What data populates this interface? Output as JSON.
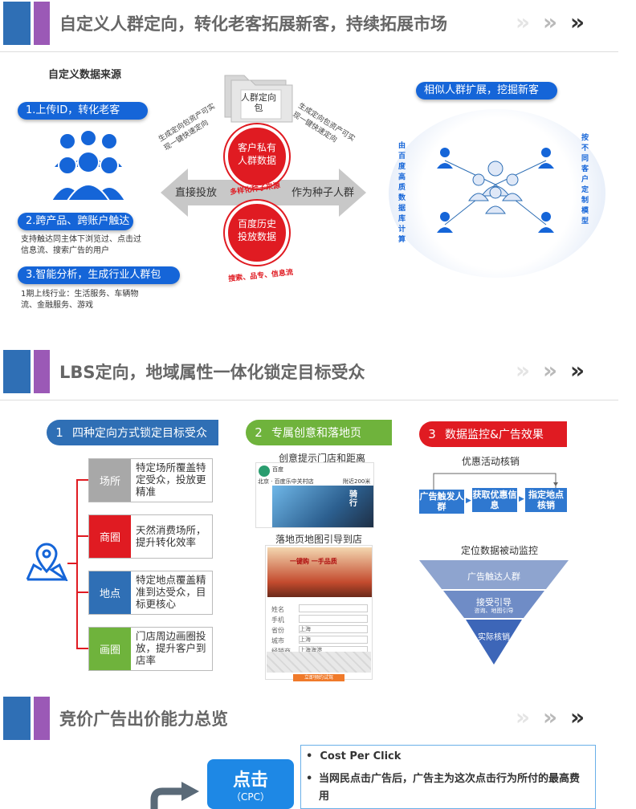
{
  "sections": [
    {
      "title": "自定义人群定向，转化老客拓展新客，持续拓展市场"
    },
    {
      "title": "LBS定向，地域属性一体化锁定目标受众"
    },
    {
      "title": "竞价广告出价能力总览"
    }
  ],
  "chevrons": "»",
  "s1": {
    "source_title": "自定义数据来源",
    "item1_label": "1.上传ID，转化老客",
    "item2_label": "2.跨产品、跨账户触达",
    "item2_desc": "支持触达同主体下浏览过、点击过信息流、搜索广告的用户",
    "item3_label": "3.智能分析，生成行业人群包",
    "item3_desc": "1期上线行业：生活服务、车辆物流、金融服务、游戏",
    "folder_label": "人群定向包",
    "left_curve": "生成定向包资产可实现一键快速定向",
    "right_curve": "生成定向包资产可实现一键快速定向",
    "circle_top": "客户私有人群数据",
    "circle_bottom": "百度历史投放数据",
    "seed_text": "多样化种子来源",
    "bottom_arc": "搜索、品专、信息流",
    "arrow_left": "直接投放",
    "arrow_right": "作为种子人群",
    "similar_pill": "相似人群扩展，挖掘新客",
    "left_arc": "由百度高质数据库计算",
    "right_arc": "按不同客户定制模型"
  },
  "s2": {
    "step1": {
      "num": "1",
      "label": "四种定向方式锁定目标受众"
    },
    "step2": {
      "num": "2",
      "label": "专属创意和落地页"
    },
    "step3": {
      "num": "3",
      "label": "数据监控&广告效果"
    },
    "cards": [
      {
        "label": "场所",
        "text": "特定场所覆盖特定受众，投放更精准",
        "color": "#a8a8a8"
      },
      {
        "label": "商圈",
        "text": "天然消费场所，提升转化效率",
        "color": "#e01b22"
      },
      {
        "label": "地点",
        "text": "特定地点覆盖精准到达受众，目标更核心",
        "color": "#2f6fb5"
      },
      {
        "label": "画圈",
        "text": "门店周边画圈投放，提升客户到店率",
        "color": "#6fb33c"
      }
    ],
    "creative_hint": "创意提示门店和距离",
    "ad_brand": "百度",
    "ad_location": "北京 · 百度乐中关村店",
    "ad_distance": "附近200米",
    "ad_overlay": "骑行",
    "landing_hint": "落地页地图引导到店",
    "car_ad": "一键购 一手品质",
    "form_rows": [
      {
        "key": "姓名",
        "val": ""
      },
      {
        "key": "手机",
        "val": ""
      },
      {
        "key": "省份",
        "val": "上海"
      },
      {
        "key": "城市",
        "val": "上海"
      },
      {
        "key": "经销商",
        "val": "上海海港"
      }
    ],
    "form_button": "立即预约试驾",
    "coupon_title": "优惠活动核销",
    "flow": [
      "广告触发人群",
      "获取优惠信息",
      "指定地点核销"
    ],
    "monitor_title": "定位数据被动监控",
    "funnel": [
      "广告触达人群",
      "接受引导",
      "实际核销"
    ],
    "funnel_sub": "咨询、地图引导"
  },
  "s3": {
    "cpc_main": "点击",
    "cpc_sub": "（CPC）",
    "bullets": [
      "Cost Per Click",
      "当网民点击广告后，广告主为这次点击行为所付的最高费用"
    ]
  }
}
